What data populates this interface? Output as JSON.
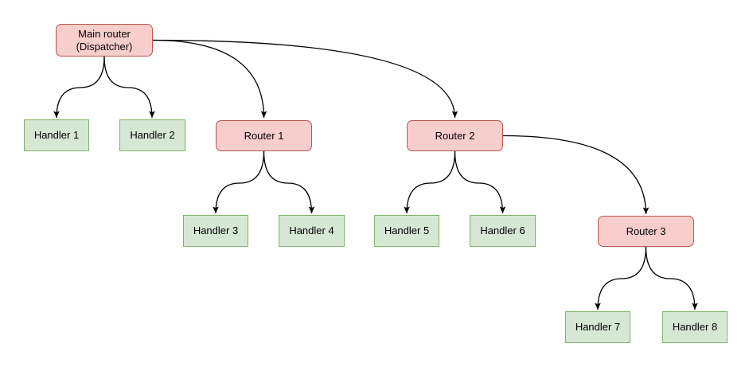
{
  "diagram": {
    "nodes": {
      "main_router": {
        "type": "router",
        "label_line1": "Main router",
        "label_line2": "(Dispatcher)"
      },
      "router_1": {
        "type": "router",
        "label": "Router 1"
      },
      "router_2": {
        "type": "router",
        "label": "Router 2"
      },
      "router_3": {
        "type": "router",
        "label": "Router 3"
      },
      "handler_1": {
        "type": "handler",
        "label": "Handler 1"
      },
      "handler_2": {
        "type": "handler",
        "label": "Handler 2"
      },
      "handler_3": {
        "type": "handler",
        "label": "Handler 3"
      },
      "handler_4": {
        "type": "handler",
        "label": "Handler 4"
      },
      "handler_5": {
        "type": "handler",
        "label": "Handler 5"
      },
      "handler_6": {
        "type": "handler",
        "label": "Handler 6"
      },
      "handler_7": {
        "type": "handler",
        "label": "Handler 7"
      },
      "handler_8": {
        "type": "handler",
        "label": "Handler 8"
      }
    },
    "edges": [
      {
        "from": "main_router",
        "to": "handler_1"
      },
      {
        "from": "main_router",
        "to": "handler_2"
      },
      {
        "from": "main_router",
        "to": "router_1"
      },
      {
        "from": "main_router",
        "to": "router_2"
      },
      {
        "from": "router_1",
        "to": "handler_3"
      },
      {
        "from": "router_1",
        "to": "handler_4"
      },
      {
        "from": "router_2",
        "to": "handler_5"
      },
      {
        "from": "router_2",
        "to": "handler_6"
      },
      {
        "from": "router_2",
        "to": "router_3"
      },
      {
        "from": "router_3",
        "to": "handler_7"
      },
      {
        "from": "router_3",
        "to": "handler_8"
      }
    ],
    "colors": {
      "router-fill": "#F8CECC",
      "router-border": "#B85450",
      "handler-fill": "#D5E8D4",
      "handler-border": "#82B366",
      "edge": "#000000",
      "text": "#000000",
      "canvas": "#FFFFFF"
    }
  }
}
